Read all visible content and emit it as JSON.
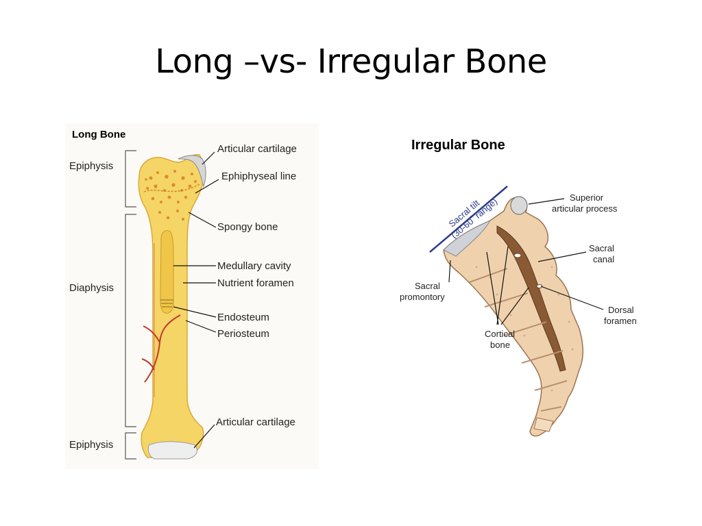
{
  "slide": {
    "title": "Long –vs- Irregular Bone"
  },
  "long_bone": {
    "heading": "Long Bone",
    "regions": {
      "epiphysis_top": "Epiphysis",
      "diaphysis": "Diaphysis",
      "epiphysis_bottom": "Epiphysis"
    },
    "labels": {
      "articular_cartilage_top": "Articular cartilage",
      "epiphyseal_line": "Ephiphyseal line",
      "spongy_bone": "Spongy bone",
      "medullary_cavity": "Medullary cavity",
      "nutrient_foramen": "Nutrient foramen",
      "endosteum": "Endosteum",
      "periosteum": "Periosteum",
      "articular_cartilage_bottom": "Articular cartilage"
    }
  },
  "irregular_bone": {
    "heading": "Irregular Bone",
    "tilt": {
      "line1": "Sacral tilt",
      "line2": "(30-60˚ range)"
    },
    "labels": {
      "superior_1": "Superior",
      "superior_2": "articular process",
      "sacral_canal_1": "Sacral",
      "sacral_canal_2": "canal",
      "promontory_1": "Sacral",
      "promontory_2": "promontory",
      "dorsal_1": "Dorsal",
      "dorsal_2": "foramen",
      "cortical_1": "Cortical",
      "cortical_2": "bone"
    }
  },
  "colors": {
    "bone": "#f5d565",
    "bone_dark": "#e3b43a",
    "sacrum": "#efd2ad",
    "sacrum_dark": "#c8a079",
    "line": "#2c3a8a"
  }
}
